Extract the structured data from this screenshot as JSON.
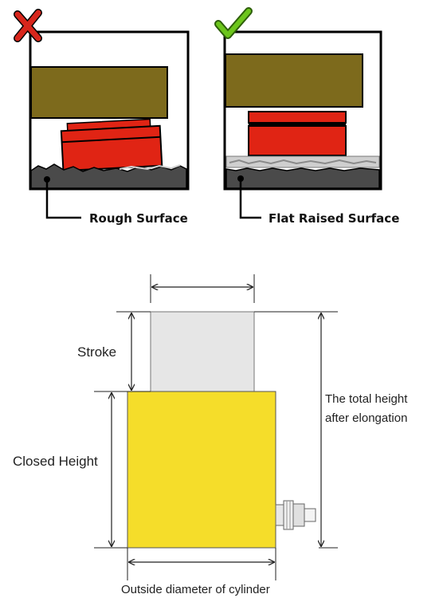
{
  "top_panels": {
    "left": {
      "status_icon": "red-x-icon",
      "label": "Rough Surface"
    },
    "right": {
      "status_icon": "green-check-icon",
      "label": "Flat Raised Surface"
    }
  },
  "dimension_diagram": {
    "stroke_label": "Stroke",
    "closed_height_label": "Closed Height",
    "total_height_label_line1": "The total height",
    "total_height_label_line2": "after elongation",
    "outside_diameter_label": "Outside diameter of cylinder"
  },
  "colors": {
    "platen": "#7d6a1c",
    "cylinder_red": "#e02414",
    "ground": "#4a4a4a",
    "cylinder_body": "#f5dd2a",
    "plunger": "#e6e6e6",
    "check_green": "#6cc51c",
    "x_red": "#d8261c"
  }
}
